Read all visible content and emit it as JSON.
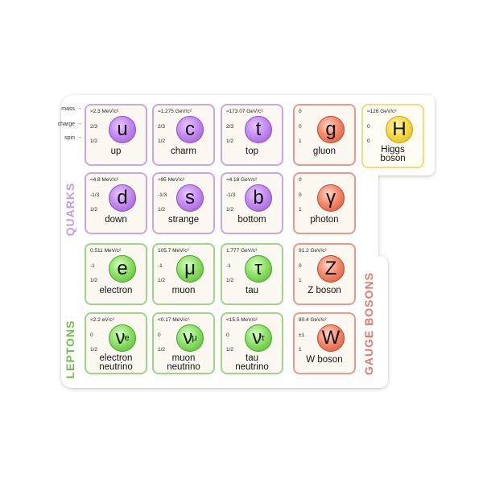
{
  "legend": {
    "mass": "mass",
    "charge": "charge",
    "spin": "spin",
    "arrow": "→"
  },
  "groups": {
    "quarks": "QUARKS",
    "leptons": "LEPTONS",
    "gauge_bosons": "GAUGE BOSONS"
  },
  "colors": {
    "quark": "#c9a6e2",
    "lepton": "#9fd38a",
    "boson": "#e89a8a",
    "higgs": "#eedd7a",
    "quarks_label": "#c49be0",
    "leptons_label": "#6cc24a",
    "bosons_label": "#e5786b"
  },
  "particles": {
    "up": {
      "mass": "≈2.3 MeV/c²",
      "charge": "2/3",
      "spin": "1/2",
      "symbol": "u",
      "name": "up"
    },
    "charm": {
      "mass": "≈1.275 GeV/c²",
      "charge": "2/3",
      "spin": "1/2",
      "symbol": "c",
      "name": "charm"
    },
    "top": {
      "mass": "≈173.07 GeV/c²",
      "charge": "2/3",
      "spin": "1/2",
      "symbol": "t",
      "name": "top"
    },
    "gluon": {
      "mass": "0",
      "charge": "0",
      "spin": "1",
      "symbol": "g",
      "name": "gluon"
    },
    "higgs": {
      "mass": "≈126 GeV/c²",
      "charge": "0",
      "spin": "0",
      "symbol": "H",
      "name1": "Higgs",
      "name2": "boson"
    },
    "down": {
      "mass": "≈4.8 MeV/c²",
      "charge": "-1/3",
      "spin": "1/2",
      "symbol": "d",
      "name": "down"
    },
    "strange": {
      "mass": "≈95 MeV/c²",
      "charge": "-1/3",
      "spin": "1/2",
      "symbol": "s",
      "name": "strange"
    },
    "bottom": {
      "mass": "≈4.18 GeV/c²",
      "charge": "-1/3",
      "spin": "1/2",
      "symbol": "b",
      "name": "bottom"
    },
    "photon": {
      "mass": "0",
      "charge": "0",
      "spin": "1",
      "symbol": "γ",
      "name": "photon"
    },
    "electron": {
      "mass": "0.511 MeV/c²",
      "charge": "-1",
      "spin": "1/2",
      "symbol": "e",
      "name": "electron"
    },
    "muon": {
      "mass": "105.7 MeV/c²",
      "charge": "-1",
      "spin": "1/2",
      "symbol": "μ",
      "name": "muon"
    },
    "tau": {
      "mass": "1.777 GeV/c²",
      "charge": "-1",
      "spin": "1/2",
      "symbol": "τ",
      "name": "tau"
    },
    "zboson": {
      "mass": "91.2 GeV/c²",
      "charge": "0",
      "spin": "1",
      "symbol": "Z",
      "name": "Z boson"
    },
    "enu": {
      "mass": "<2.2 eV/c²",
      "charge": "0",
      "spin": "1/2",
      "symbol": "ν",
      "sub": "e",
      "name1": "electron",
      "name2": "neutrino"
    },
    "munu": {
      "mass": "<0.17 MeV/c²",
      "charge": "0",
      "spin": "1/2",
      "symbol": "ν",
      "sub": "μ",
      "name1": "muon",
      "name2": "neutrino"
    },
    "taunu": {
      "mass": "<15.5 MeV/c²",
      "charge": "0",
      "spin": "1/2",
      "symbol": "ν",
      "sub": "τ",
      "name1": "tau",
      "name2": "neutrino"
    },
    "wboson": {
      "mass": "80.4 GeV/c²",
      "charge": "±1",
      "spin": "1",
      "symbol": "W",
      "name": "W boson"
    }
  }
}
